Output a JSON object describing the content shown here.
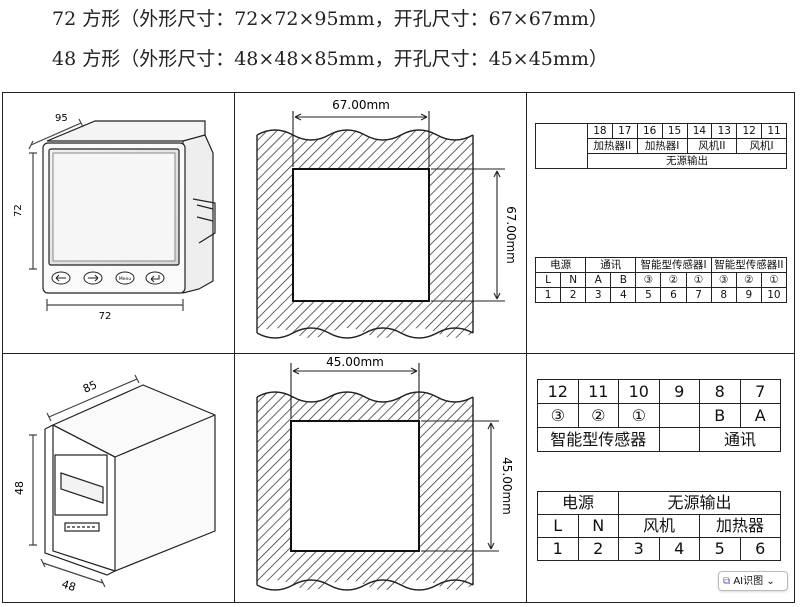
{
  "headlines": {
    "line1": "72 方形（外形尺寸：72×72×95mm，开孔尺寸：67×67mm）",
    "line2": "48 方形（外形尺寸：48×48×85mm，开孔尺寸：45×45mm）"
  },
  "device72": {
    "dim_depth": "95",
    "dim_height": "72",
    "dim_width": "72",
    "btn3_label": "Menu"
  },
  "cutout72": {
    "dim_h": "67.00mm",
    "dim_v": "67.00mm"
  },
  "device48": {
    "dim_depth": "85",
    "dim_height": "48",
    "dim_width": "48"
  },
  "cutout48": {
    "dim_h": "45.00mm",
    "dim_v": "45.00mm"
  },
  "terminal72": {
    "top_nums": [
      "18",
      "17",
      "16",
      "15",
      "14",
      "13",
      "12",
      "11"
    ],
    "top_labels": [
      "加热器II",
      "加热器I",
      "风机II",
      "风机I"
    ],
    "top_group": "无源输出",
    "bottom_groups": [
      "电源",
      "通讯",
      "智能型传感器I",
      "智能型传感器II"
    ],
    "bottom_pins": [
      "L",
      "N",
      "A",
      "B",
      "③",
      "②",
      "①",
      "③",
      "②",
      "①"
    ],
    "bottom_nums": [
      "1",
      "2",
      "3",
      "4",
      "5",
      "6",
      "7",
      "8",
      "9",
      "10"
    ]
  },
  "terminal48": {
    "top_nums": [
      "12",
      "11",
      "10",
      "9",
      "8",
      "7"
    ],
    "top_pins": [
      "③",
      "②",
      "①",
      "",
      "B",
      "A"
    ],
    "top_groups": [
      "智能型传感器",
      "通讯"
    ],
    "bottom_groups": [
      "电源",
      "无源输出"
    ],
    "bottom_sub": [
      "L",
      "N",
      "风机",
      "加热器"
    ],
    "bottom_nums": [
      "1",
      "2",
      "3",
      "4",
      "5",
      "6"
    ]
  },
  "badge": {
    "icon": "ai-scan-icon",
    "label": "AI识图",
    "arrow": "⌄"
  }
}
